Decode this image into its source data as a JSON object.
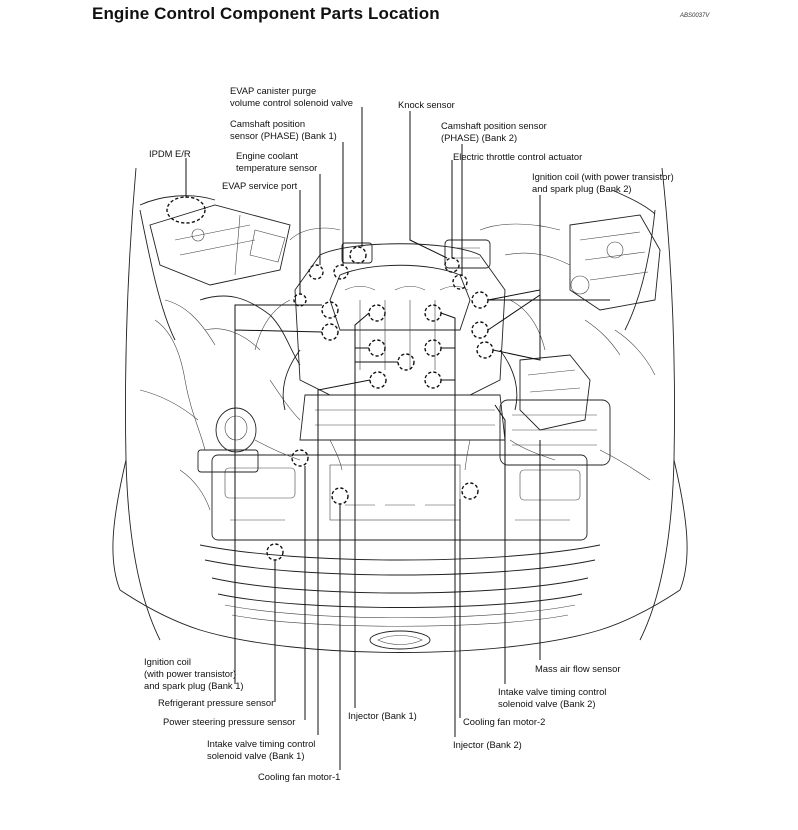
{
  "title": "Engine Control Component Parts Location",
  "figure_code": "ABS0037V",
  "labels": {
    "evap_purge": [
      "EVAP canister purge",
      "volume control solenoid valve"
    ],
    "knock": [
      "Knock sensor"
    ],
    "cam_b1": [
      "Camshaft position",
      "sensor (PHASE) (Bank 1)"
    ],
    "cam_b2": [
      "Camshaft position sensor",
      "(PHASE) (Bank 2)"
    ],
    "ipdm": [
      "IPDM E/R"
    ],
    "coolant": [
      "Engine coolant",
      "temperature sensor"
    ],
    "throttle": [
      "Electric throttle control actuator"
    ],
    "ign_b2": [
      "Ignition coil (with power transistor)",
      "and spark plug (Bank 2)"
    ],
    "evap_port": [
      "EVAP service port"
    ],
    "ign_b1": [
      "Ignition coil",
      "(with power transistor)",
      "and spark plug (Bank 1)"
    ],
    "refrig": [
      "Refrigerant pressure sensor"
    ],
    "ps": [
      "Power steering pressure sensor"
    ],
    "ivt_b1": [
      "Intake valve timing control",
      "solenoid valve (Bank 1)"
    ],
    "fan1": [
      "Cooling fan motor-1"
    ],
    "inj1": [
      "Injector (Bank 1)"
    ],
    "fan2": [
      "Cooling fan motor-2"
    ],
    "inj2": [
      "Injector (Bank 2)"
    ],
    "maf": [
      "Mass air flow sensor"
    ],
    "ivt_b2": [
      "Intake valve timing control",
      "solenoid valve (Bank 2)"
    ]
  }
}
